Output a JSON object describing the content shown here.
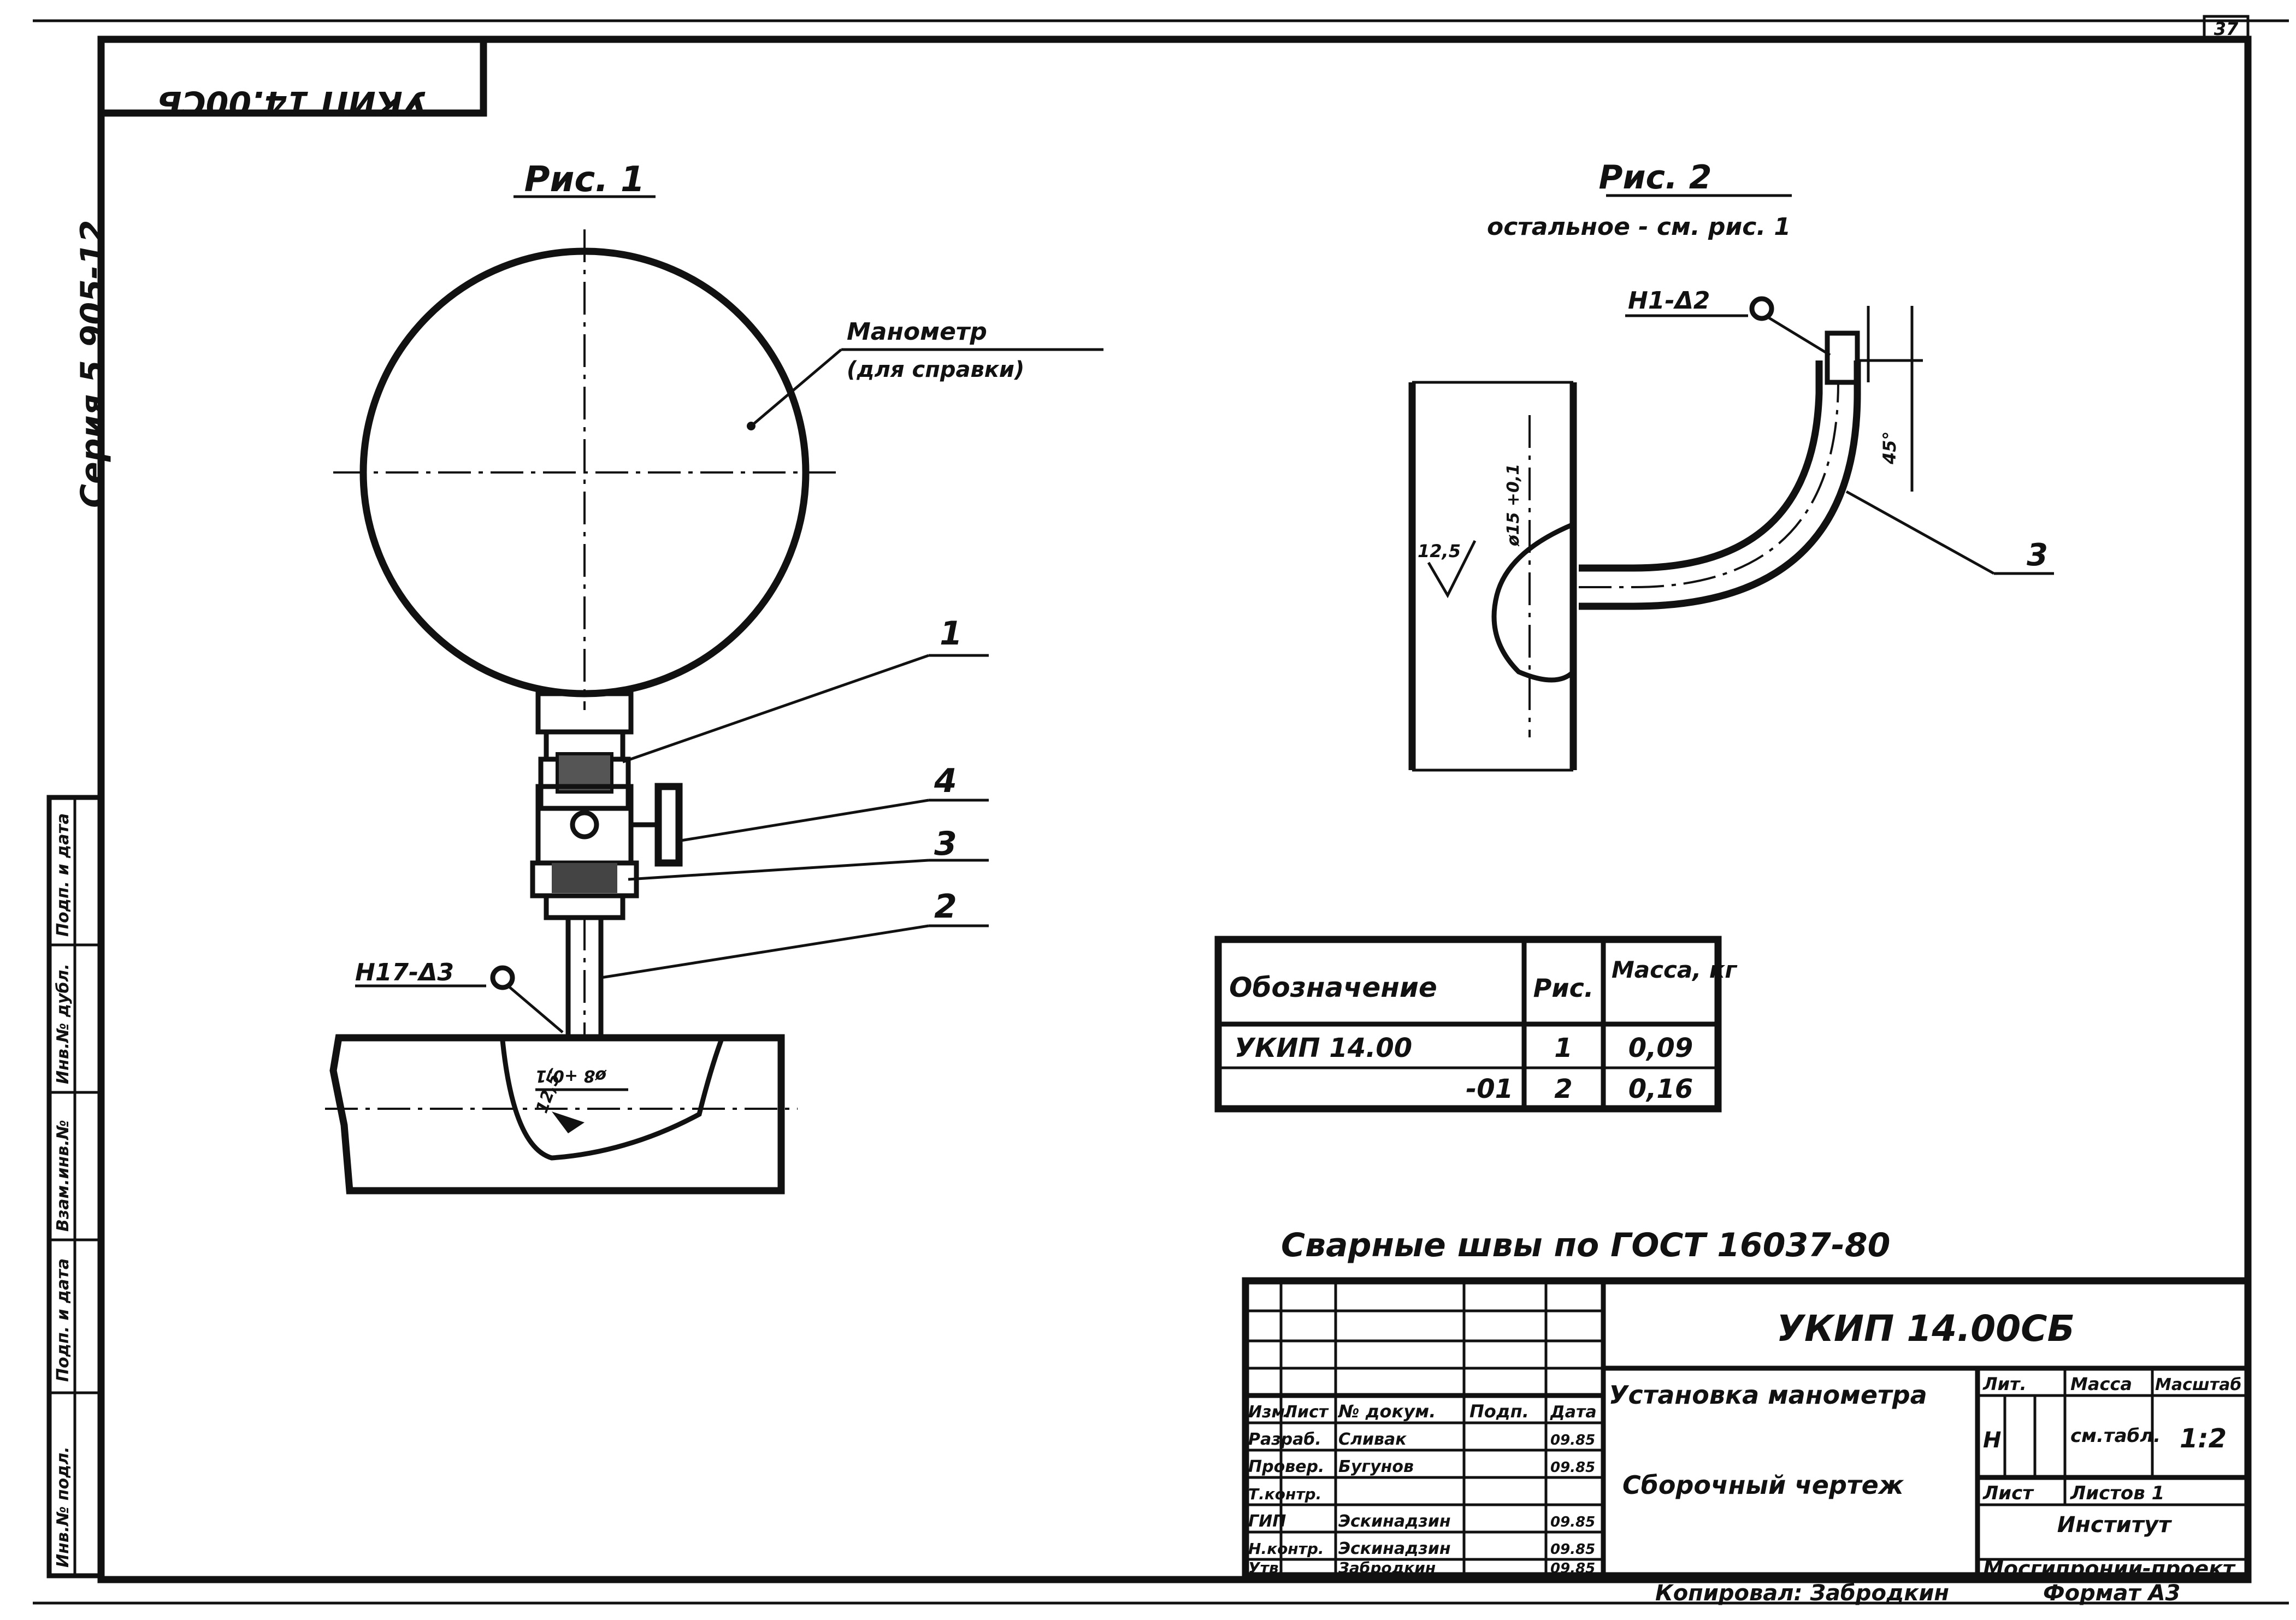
{
  "sheet_number": "37",
  "stamp_mirrored": "УКИП 14.00СБ",
  "series_label": "Серия 5.905-12",
  "figures": {
    "fig1": {
      "title": "Рис. 1"
    },
    "fig2": {
      "title": "Рис. 2",
      "subtitle": "остальное - см. рис. 1"
    }
  },
  "callouts": {
    "manometer": "Манометр",
    "manometer_note": "(для справки)",
    "pos_1": "1",
    "pos_2": "2",
    "pos_3": "3",
    "pos_4": "4",
    "weld_fig1": "Н17-Δ3",
    "weld_fig2": "Н1-Δ2",
    "dim_fig1": "ø8 +0,1",
    "dim_fig2": "ø15 +0,1",
    "rough_fig1": "12,5",
    "rough_fig2": "12,5",
    "dim_fig2_side": "45°"
  },
  "spec_table": {
    "headers": [
      "Обозначение",
      "Рис.",
      "Масса, кг"
    ],
    "rows": [
      [
        "УКИП 14.00",
        "1",
        "0,09"
      ],
      [
        "-01",
        "2",
        "0,16"
      ]
    ]
  },
  "weld_note": "Сварные швы по ГОСТ 16037-80",
  "title_block": {
    "designation": "УКИП 14.00СБ",
    "name_line1": "Установка манометра",
    "name_line2": "Сборочный чертеж",
    "col_headers": [
      "Изм.",
      "Лист",
      "№ докум.",
      "Подп.",
      "Дата"
    ],
    "roles": [
      {
        "role": "Разраб.",
        "name": "Сливак",
        "date": "09.85"
      },
      {
        "role": "Провер.",
        "name": "Бугунов",
        "date": "09.85"
      },
      {
        "role": "Т.контр.",
        "name": "",
        "date": ""
      },
      {
        "role": "ГИП",
        "name": "Эскинадзин",
        "date": "09.85"
      },
      {
        "role": "Н.контр.",
        "name": "Эскинадзин",
        "date": "09.85"
      },
      {
        "role": "Утв.",
        "name": "Забродкин",
        "date": "09.85"
      }
    ],
    "lit_header": "Лит.",
    "mass_header": "Масса",
    "scale_header": "Масштаб",
    "lit_value": "Н",
    "mass_value": "см.табл.",
    "scale_value": "1:2",
    "sheet_label": "Лист",
    "sheets_label": "Листов 1",
    "org_line1": "Институт",
    "org_line2": "Мосгипронии-проект"
  },
  "side_stamp": [
    "Инв.№ подл.",
    "Подп. и дата",
    "Взам.инв.№",
    "Инв.№ дубл.",
    "Подп. и дата"
  ],
  "footer": {
    "copied": "Копировал: Забродкин",
    "format": "Формат А3"
  }
}
